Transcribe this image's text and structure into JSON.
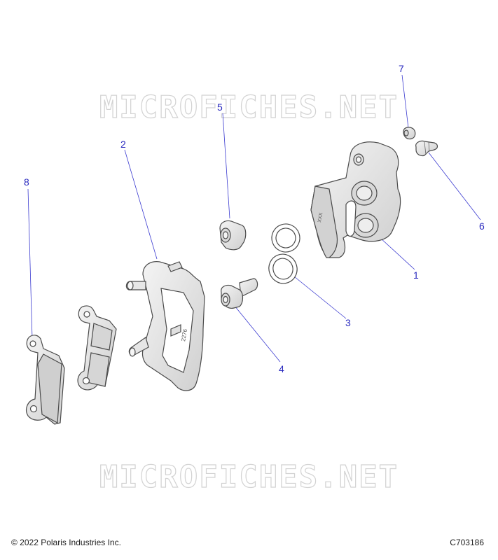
{
  "watermark": {
    "text": "MICROFICHES.NET"
  },
  "callouts": [
    {
      "id": "1",
      "label": "1"
    },
    {
      "id": "2",
      "label": "2"
    },
    {
      "id": "3",
      "label": "3"
    },
    {
      "id": "4",
      "label": "4"
    },
    {
      "id": "5",
      "label": "5"
    },
    {
      "id": "6",
      "label": "6"
    },
    {
      "id": "7",
      "label": "7"
    },
    {
      "id": "8",
      "label": "8"
    }
  ],
  "part_marks": {
    "bracket_stamp": "2276",
    "caliper_stamp": "XXX"
  },
  "footer": {
    "copyright": "© 2022 Polaris Industries Inc.",
    "figure_code": "C703186"
  },
  "colors": {
    "callout": "#2b2bbf",
    "leader": "#3a3ad0",
    "part_fill": "#e8e8e8",
    "part_stroke": "#4a4a4a"
  }
}
